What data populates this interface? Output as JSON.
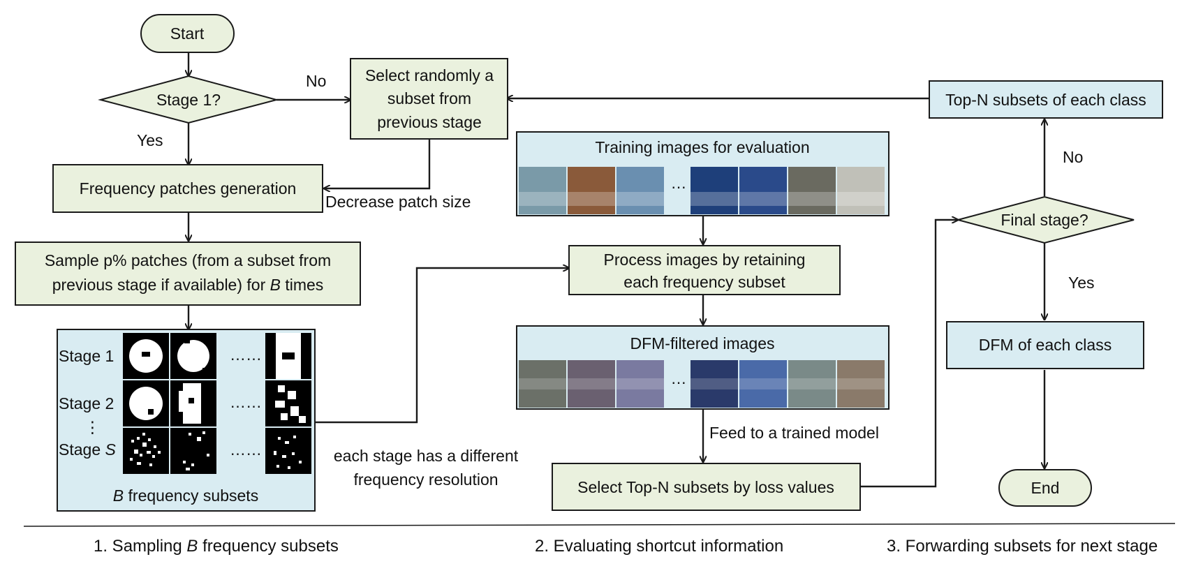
{
  "nodes": {
    "start": "Start",
    "stage1_decision": "Stage 1?",
    "select_random": [
      "Select randomly a",
      "subset from",
      "previous stage"
    ],
    "freq_patch_gen": "Frequency patches generation",
    "sample_patches": [
      "Sample p% patches (from a subset from",
      "previous stage if available) for "
    ],
    "sample_patches_var": "B",
    "sample_patches_tail": " times",
    "subset_panel": {
      "stage_labels": [
        "Stage 1",
        "Stage 2",
        "Stage "
      ],
      "stage_s_var": "S",
      "vdots": "⋮",
      "dots": "……",
      "footer_var": "B",
      "footer_text": " frequency subsets"
    },
    "training_images": {
      "title": "Training images for evaluation",
      "ellipsis": "…",
      "thumb_colors": [
        "#7a9aa8",
        "#8a5a3a",
        "#6a8fb0",
        "#1e3f7a",
        "#2a4a8a",
        "#6a6a60",
        "#c0c0b8"
      ]
    },
    "process_images": [
      "Process images by retaining",
      "each frequency subset"
    ],
    "dfm_filtered": {
      "title": "DFM-filtered images",
      "ellipsis": "…",
      "thumb_colors": [
        "#6b7068",
        "#6a6070",
        "#7a7aa0",
        "#2a3a6a",
        "#4a6aa8",
        "#7a8a88",
        "#8a7a6a"
      ]
    },
    "select_topn": "Select Top-N subsets by loss values",
    "topn_each_class": "Top-N subsets of each class",
    "final_stage": "Final stage?",
    "dfm_each_class": "DFM of each class",
    "end": "End"
  },
  "edge_labels": {
    "no_1": "No",
    "yes_1": "Yes",
    "decrease_patch": "Decrease patch size",
    "stage_note": [
      "each stage has a different",
      "frequency resolution"
    ],
    "feed_model": "Feed to a trained model",
    "no_2": "No",
    "yes_2": "Yes"
  },
  "sections": {
    "s1_prefix": "1. Sampling ",
    "s1_var": "B",
    "s1_suffix": " frequency subsets",
    "s2": "2. Evaluating shortcut information",
    "s3": "3. Forwarding subsets for next stage"
  },
  "colors": {
    "green_box": "#eaf1de",
    "blue_box": "#d9ecf2",
    "line": "#1a1a1a"
  }
}
